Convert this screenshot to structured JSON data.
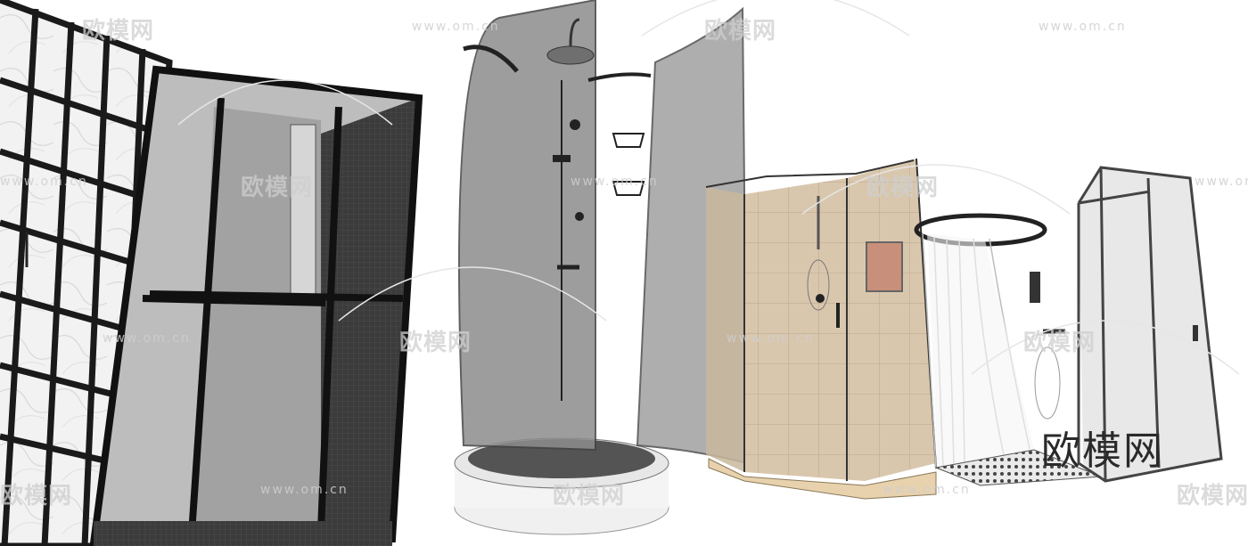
{
  "watermark": {
    "brand": "欧模网",
    "url": "www.om.cn"
  },
  "logo": {
    "text": "欧模网"
  },
  "objects": [
    "black-grid-shower-enclosure",
    "black-framed-shower-cabin",
    "curved-glass-shower-with-tray",
    "beige-tile-corner-shower",
    "round-rail-curtain-shower",
    "white-frame-sliding-shower"
  ]
}
